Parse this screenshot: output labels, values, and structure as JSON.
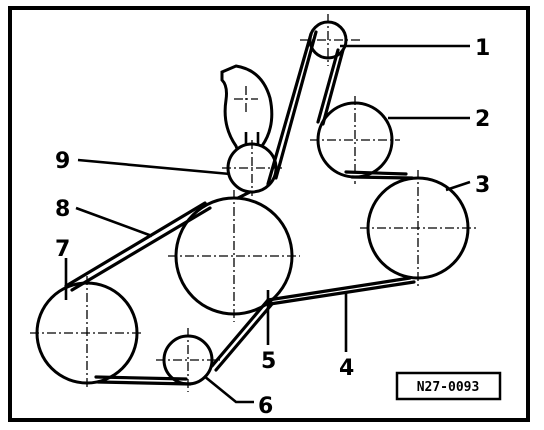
{
  "figure": {
    "reference_code": "N27-0093",
    "callouts": [
      "1",
      "2",
      "3",
      "4",
      "5",
      "6",
      "7",
      "8",
      "9"
    ]
  },
  "colors": {
    "ink": "#000000",
    "paper": "#ffffff"
  }
}
